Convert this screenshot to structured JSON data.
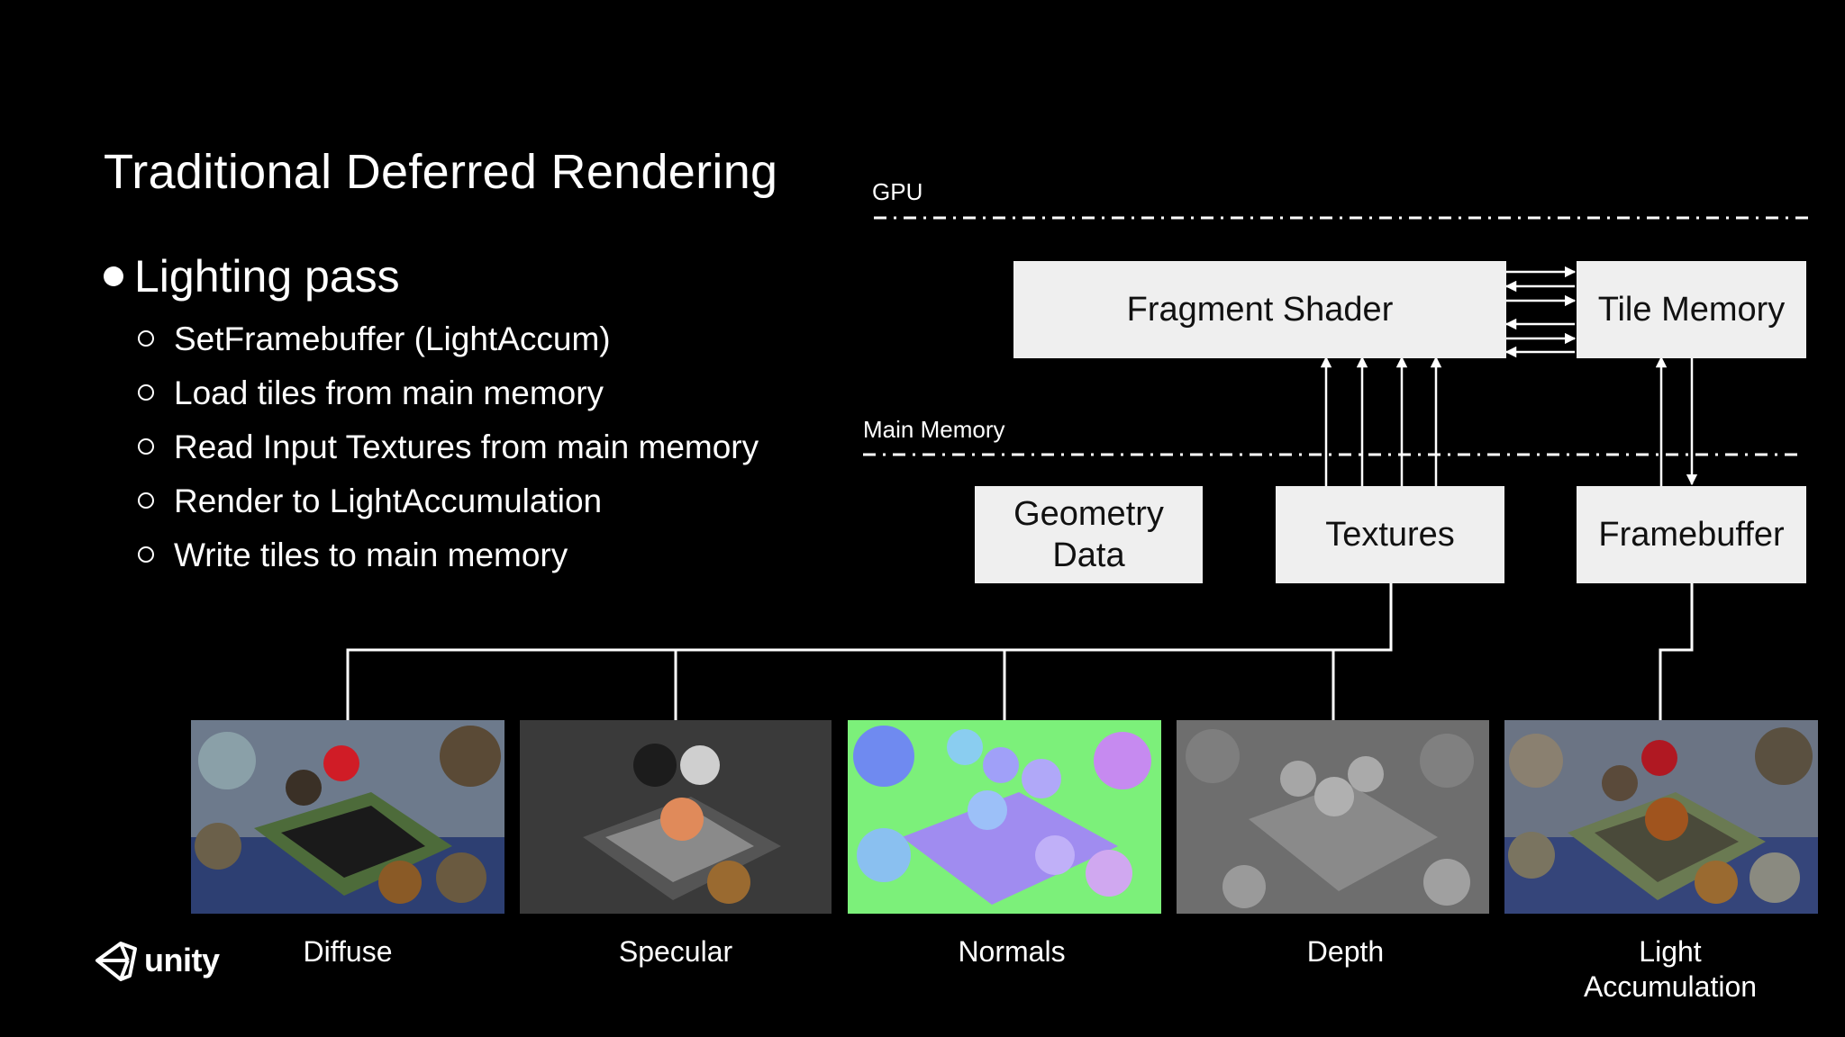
{
  "slide": {
    "title": "Traditional Deferred Rendering",
    "bullet": "Lighting pass",
    "sub_items": [
      "SetFramebuffer (LightAccum)",
      "Load tiles from main memory",
      "Read Input Textures from main memory",
      "Render to LightAccumulation",
      "Write tiles to main memory"
    ]
  },
  "diagram": {
    "gpu_label": "GPU",
    "main_memory_label": "Main Memory",
    "fragment_shader": "Fragment Shader",
    "tile_memory": "Tile Memory",
    "geometry_data_line1": "Geometry",
    "geometry_data_line2": "Data",
    "textures": "Textures",
    "framebuffer": "Framebuffer"
  },
  "thumbnails": [
    {
      "caption": "Diffuse",
      "bg": "#6d7a8c"
    },
    {
      "caption": "Specular",
      "bg": "#3a3a3a"
    },
    {
      "caption": "Normals",
      "bg": "#7cf07a"
    },
    {
      "caption": "Depth",
      "bg": "#6e6e6e"
    },
    {
      "caption_line1": "Light",
      "caption_line2": "Accumulation",
      "bg": "#6b7484"
    }
  ],
  "logo": {
    "text": "unity"
  },
  "colors": {
    "background": "#000000",
    "box": "#efefef",
    "line": "#ffffff"
  }
}
